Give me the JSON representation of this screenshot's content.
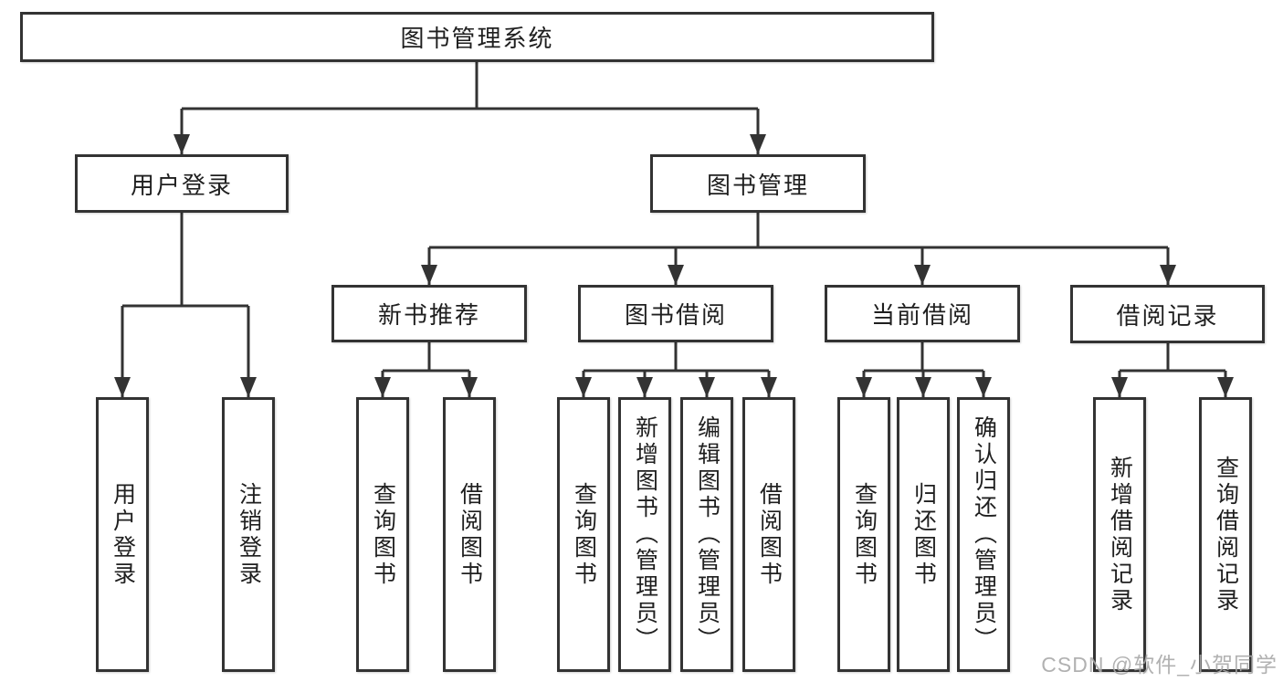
{
  "diagram": {
    "title": "图书管理系统",
    "branches": [
      {
        "label": "用户登录",
        "children": [
          {
            "label": "用户登录"
          },
          {
            "label": "注销登录"
          }
        ]
      },
      {
        "label": "图书管理",
        "children": [
          {
            "label": "新书推荐",
            "children": [
              {
                "label": "查询图书"
              },
              {
                "label": "借阅图书"
              }
            ]
          },
          {
            "label": "图书借阅",
            "children": [
              {
                "label": "查询图书"
              },
              {
                "label": "新增图书（管理员）"
              },
              {
                "label": "编辑图书（管理员）"
              },
              {
                "label": "借阅图书"
              }
            ]
          },
          {
            "label": "当前借阅",
            "children": [
              {
                "label": "查询图书"
              },
              {
                "label": "归还图书"
              },
              {
                "label": "确认归还（管理员）"
              }
            ]
          },
          {
            "label": "借阅记录",
            "children": [
              {
                "label": "新增借阅记录"
              },
              {
                "label": "查询借阅记录"
              }
            ]
          }
        ]
      }
    ]
  },
  "watermark": {
    "text": "CSDN @软件_小贺同学"
  },
  "colors": {
    "line": "#333333",
    "box_border": "#333333",
    "text": "#1f1f1f",
    "background": "#ffffff",
    "watermark": "#a8a8a8"
  }
}
